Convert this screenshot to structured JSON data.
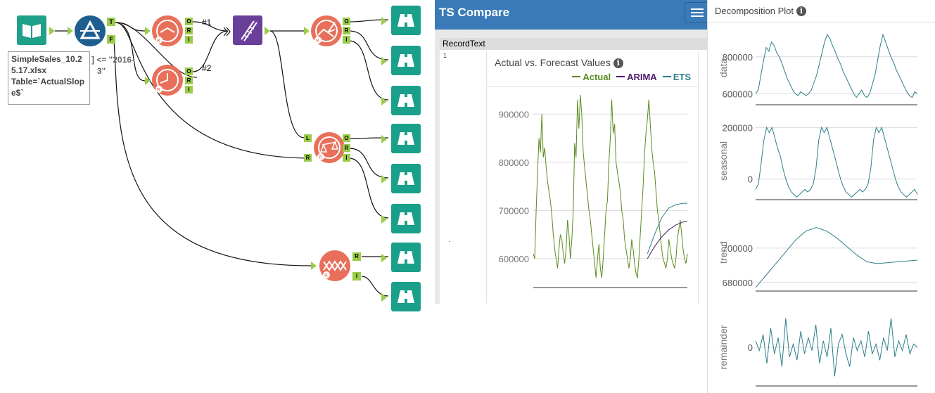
{
  "workflow": {
    "input_tooltip": "SimpleSales_10.25.17.xlsx\nTable=`ActualSlope$`",
    "filter_expression_fragment": "] <= \"2016-",
    "filter_expression_fragment2": "3\"",
    "connection_label_1": "#1",
    "connection_label_2": "#2",
    "anchor_labels": {
      "T": "T",
      "F": "F",
      "O": "O",
      "R": "R",
      "I": "I",
      "L": "L"
    }
  },
  "ts_compare": {
    "title": "TS Compare",
    "column_header": "RecordText",
    "row_number": "1",
    "row_text": ".",
    "chart": {
      "title": "Actual vs. Forecast Values",
      "info_icon": "i",
      "legend": [
        {
          "name": "Actual",
          "color": "#5a8a1e"
        },
        {
          "name": "ARIMA",
          "color": "#4b1a6b"
        },
        {
          "name": "ETS",
          "color": "#2a7f8a"
        }
      ],
      "y_ticks": [
        "900000",
        "800000",
        "700000",
        "600000"
      ]
    }
  },
  "decomposition": {
    "title": "Decomposition Plot",
    "info_icon": "i",
    "panels": [
      {
        "label": "data",
        "ticks": [
          "800000",
          "600000"
        ]
      },
      {
        "label": "seasonal",
        "ticks": [
          "200000",
          "0"
        ]
      },
      {
        "label": "trend",
        "ticks": [
          "700000",
          "680000"
        ]
      },
      {
        "label": "remainder",
        "ticks": [
          "0"
        ]
      }
    ]
  },
  "colors": {
    "input_tool": "#1fa08a",
    "filter_tool": "#1f5f8f",
    "r_tool": "#e8705a",
    "union_tool": "#6a3f9a",
    "browse_tool": "#1aa08a",
    "header_blue": "#3a7ab8"
  },
  "chart_data": [
    {
      "type": "line",
      "title": "Actual vs. Forecast Values",
      "ylim": [
        540000,
        950000
      ],
      "series": [
        {
          "name": "Actual",
          "x": [
            0,
            2,
            4,
            6,
            8,
            10,
            12,
            14,
            16,
            18,
            20,
            22,
            24,
            26,
            28,
            30,
            32,
            34,
            36,
            38,
            40,
            42,
            44,
            46,
            48,
            50,
            52,
            54,
            56,
            58,
            60,
            62,
            64,
            66,
            68,
            70,
            72,
            74,
            76,
            78,
            80,
            82,
            84,
            86,
            88,
            90,
            92,
            94,
            96,
            98,
            100,
            102,
            104,
            106,
            108,
            110,
            112,
            114,
            116,
            118,
            120,
            122,
            124,
            126,
            128,
            130,
            132,
            134,
            136,
            138,
            140,
            142,
            144,
            146,
            148,
            150,
            152,
            154,
            156,
            158,
            160,
            162,
            164,
            166,
            168,
            170,
            172,
            174,
            176,
            178,
            180,
            182,
            184,
            186,
            188,
            190,
            192,
            194,
            196,
            198,
            200,
            202,
            204,
            206,
            208,
            210,
            212,
            214,
            216
          ],
          "values": [
            610000,
            600000,
            700000,
            780000,
            850000,
            820000,
            900000,
            810000,
            830000,
            790000,
            760000,
            740000,
            720000,
            690000,
            650000,
            620000,
            600000,
            580000,
            620000,
            650000,
            640000,
            610000,
            590000,
            620000,
            680000,
            650000,
            600000,
            640000,
            700000,
            840000,
            810000,
            930000,
            870000,
            940000,
            900000,
            820000,
            790000,
            760000,
            730000,
            700000,
            680000,
            650000,
            620000,
            590000,
            560000,
            600000,
            630000,
            580000,
            560000,
            600000,
            650000,
            700000,
            720000,
            800000,
            850000,
            930000,
            860000,
            880000,
            800000,
            780000,
            760000,
            740000,
            700000,
            680000,
            640000,
            620000,
            600000,
            580000,
            600000,
            640000,
            620000,
            590000,
            570000,
            560000,
            600000,
            650000,
            700000,
            750000,
            820000,
            860000,
            890000,
            930000,
            880000,
            830000,
            800000,
            780000,
            740000,
            700000,
            680000,
            650000,
            620000,
            600000,
            590000,
            580000,
            600000,
            640000,
            620000,
            600000,
            590000,
            580000,
            600000,
            640000,
            660000,
            680000,
            650000,
            620000,
            600000,
            590000,
            610000
          ]
        },
        {
          "name": "ARIMA",
          "x": [
            160,
            170,
            180,
            190,
            200,
            210,
            216
          ],
          "values": [
            600000,
            625000,
            645000,
            660000,
            670000,
            676000,
            678000
          ]
        },
        {
          "name": "ETS",
          "x": [
            160,
            170,
            180,
            190,
            200,
            210,
            216
          ],
          "values": [
            610000,
            650000,
            685000,
            705000,
            712000,
            715000,
            715000
          ]
        }
      ]
    },
    {
      "type": "line",
      "title": "Decomposition Plot",
      "series": [
        {
          "name": "data",
          "ylim": [
            540000,
            940000
          ],
          "values": [
            600000,
            620000,
            700000,
            780000,
            850000,
            830000,
            880000,
            860000,
            820000,
            800000,
            760000,
            720000,
            680000,
            650000,
            620000,
            600000,
            590000,
            610000,
            600000,
            590000,
            600000,
            620000,
            660000,
            700000,
            760000,
            820000,
            880000,
            920000,
            900000,
            860000,
            830000,
            790000,
            760000,
            720000,
            690000,
            660000,
            630000,
            600000,
            580000,
            600000,
            620000,
            590000,
            580000,
            600000,
            650000,
            700000,
            780000,
            860000,
            920000,
            880000,
            840000,
            800000,
            770000,
            730000,
            700000,
            670000,
            640000,
            610000,
            590000,
            580000,
            610000,
            600000
          ]
        },
        {
          "name": "seasonal",
          "ylim": [
            -80000,
            220000
          ],
          "values": [
            -40000,
            -20000,
            60000,
            150000,
            200000,
            180000,
            200000,
            160000,
            120000,
            90000,
            40000,
            0,
            -30000,
            -50000,
            -60000,
            -70000,
            -60000,
            -50000,
            -40000,
            -50000,
            -40000,
            -20000,
            40000,
            150000,
            200000,
            180000,
            200000,
            160000,
            120000,
            80000,
            40000,
            0,
            -30000,
            -50000,
            -60000,
            -70000,
            -60000,
            -50000,
            -40000,
            -50000,
            -40000,
            -20000,
            40000,
            150000,
            200000,
            180000,
            200000,
            160000,
            120000,
            80000,
            40000,
            0,
            -30000,
            -50000,
            -60000,
            -70000,
            -60000,
            -50000,
            -40000,
            -60000
          ]
        },
        {
          "name": "trend",
          "ylim": [
            675000,
            720000
          ],
          "values": [
            677000,
            684000,
            691000,
            698000,
            705000,
            710000,
            712000,
            710000,
            706000,
            701000,
            696000,
            692000,
            691000,
            691500,
            692000,
            692500,
            693000
          ]
        },
        {
          "name": "remainder",
          "ylim": [
            -120000,
            120000
          ],
          "values": [
            20000,
            -10000,
            40000,
            -50000,
            60000,
            -20000,
            30000,
            -60000,
            90000,
            -30000,
            10000,
            -40000,
            50000,
            -20000,
            30000,
            -10000,
            70000,
            -50000,
            20000,
            -30000,
            60000,
            -90000,
            10000,
            40000,
            -20000,
            -60000,
            30000,
            -10000,
            20000,
            -30000,
            50000,
            -20000,
            10000,
            -40000,
            30000,
            -10000,
            90000,
            -30000,
            20000,
            -10000,
            40000,
            -20000,
            10000,
            0
          ]
        }
      ]
    }
  ]
}
